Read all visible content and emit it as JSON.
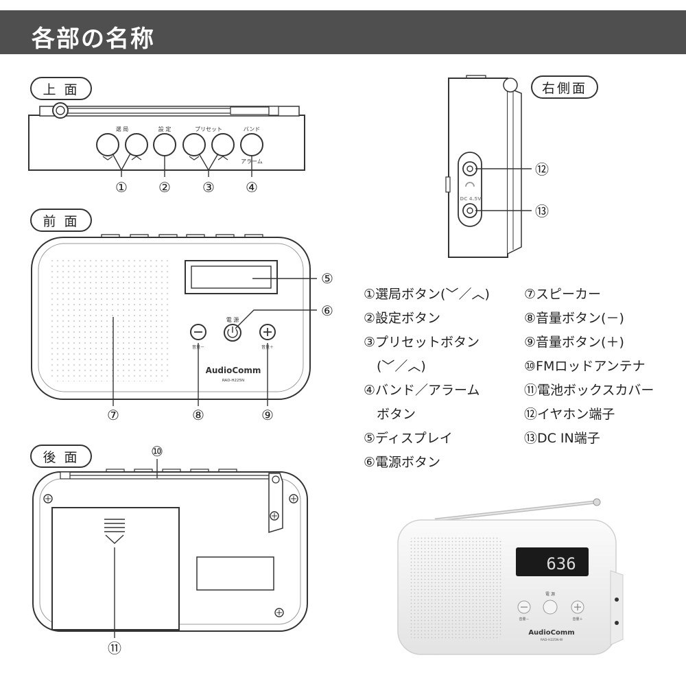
{
  "header": {
    "title": "各部の名称"
  },
  "views": {
    "top": "上 面",
    "front": "前 面",
    "back": "後 面",
    "right": "右側面"
  },
  "top_view": {
    "labels": {
      "select": "選 局",
      "setting": "設 定",
      "preset": "プリセット",
      "band": "バンド",
      "alarm": "アラーム"
    },
    "callouts": [
      "①",
      "②",
      "③",
      "④"
    ]
  },
  "front_view": {
    "power_label": "電 源",
    "vol_minus": "音量－",
    "vol_plus": "音量＋",
    "brand": "AudioComm",
    "model": "RAD-H225N",
    "callouts": [
      "⑤",
      "⑥",
      "⑦",
      "⑧",
      "⑨"
    ]
  },
  "back_view": {
    "callouts": [
      "⑩",
      "⑪"
    ]
  },
  "right_view": {
    "jack_label": "DC 4.5V",
    "callouts": [
      "⑫",
      "⑬"
    ]
  },
  "legend_left": [
    "①選局ボタン(﹀／︿)",
    "②設定ボタン",
    "③プリセットボタン",
    "　(﹀／︿)",
    "④バンド／アラーム",
    "　ボタン",
    "⑤ディスプレイ",
    "⑥電源ボタン"
  ],
  "legend_right": [
    "⑦スピーカー",
    "⑧音量ボタン(－)",
    "⑨音量ボタン(＋)",
    "⑩FMロッドアンテナ",
    "⑪電池ボックスカバー",
    "⑫イヤホン端子",
    "⑬DC IN端子"
  ],
  "photo": {
    "display_value": "636",
    "power_label": "電 源",
    "vol_minus": "音量－",
    "vol_plus": "音量＋",
    "brand": "AudioComm",
    "model": "RAD-H225N-W"
  }
}
